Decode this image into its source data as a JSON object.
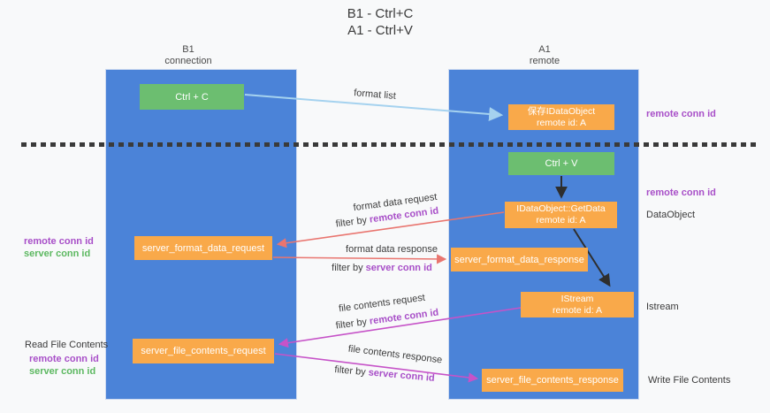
{
  "title": {
    "line1": "B1 - Ctrl+C",
    "line2": "A1 - Ctrl+V"
  },
  "lanes": {
    "left": {
      "header_line1": "B1",
      "header_line2": "connection"
    },
    "right": {
      "header_line1": "A1",
      "header_line2": "remote"
    }
  },
  "nodes": {
    "ctrl_c": {
      "label": "Ctrl + C"
    },
    "ctrl_v": {
      "label": "Ctrl + V"
    },
    "save_idataobject": {
      "line1": "保存IDataObject",
      "line2": "remote id: A"
    },
    "getdata": {
      "line1": "IDataObject::GetData",
      "line2": "remote id: A"
    },
    "istream": {
      "line1": "IStream",
      "line2": "remote id: A"
    },
    "server_format_data_request": {
      "label": "server_format_data_request"
    },
    "server_format_data_response": {
      "label": "server_format_data_response"
    },
    "server_file_contents_request": {
      "label": "server_file_contents_request"
    },
    "server_file_contents_response": {
      "label": "server_file_contents_response"
    }
  },
  "edge_labels": {
    "format_list": "format list",
    "format_data_request": "format data request",
    "format_data_request_filter_prefix": "filter by ",
    "format_data_request_filter_key": "remote conn id",
    "format_data_response": "format data response",
    "format_data_response_filter_prefix": "filter by ",
    "format_data_response_filter_key": "server conn id",
    "file_contents_request": "file contents request",
    "file_contents_request_filter_prefix": "filter by ",
    "file_contents_request_filter_key": "remote conn id",
    "file_contents_response": "file contents response",
    "file_contents_response_filter_prefix": "filter by ",
    "file_contents_response_filter_key": "server conn id"
  },
  "side_labels": {
    "top_right_remote_conn_id": "remote conn id",
    "mid_right_remote_conn_id": "remote conn id",
    "dataobject": "DataObject",
    "istream": "Istream",
    "write_file_contents": "Write File Contents",
    "format_left_remote_conn_id": "remote conn id",
    "format_left_server_conn_id": "server conn id",
    "read_file_contents": "Read File Contents",
    "file_left_remote_conn_id": "remote conn id",
    "file_left_server_conn_id": "server conn id"
  },
  "colors": {
    "lane_blue": "#4b83d8",
    "node_green": "#6cbe70",
    "node_orange": "#f9a94a",
    "purple_label": "#a84fc8",
    "green_label": "#5cb860",
    "arrow_light_blue": "#a5d2ef",
    "arrow_salmon": "#e9756f",
    "arrow_magenta": "#c653c8",
    "arrow_black": "#2e2e2e",
    "dash_color": "#3a3a3a"
  }
}
